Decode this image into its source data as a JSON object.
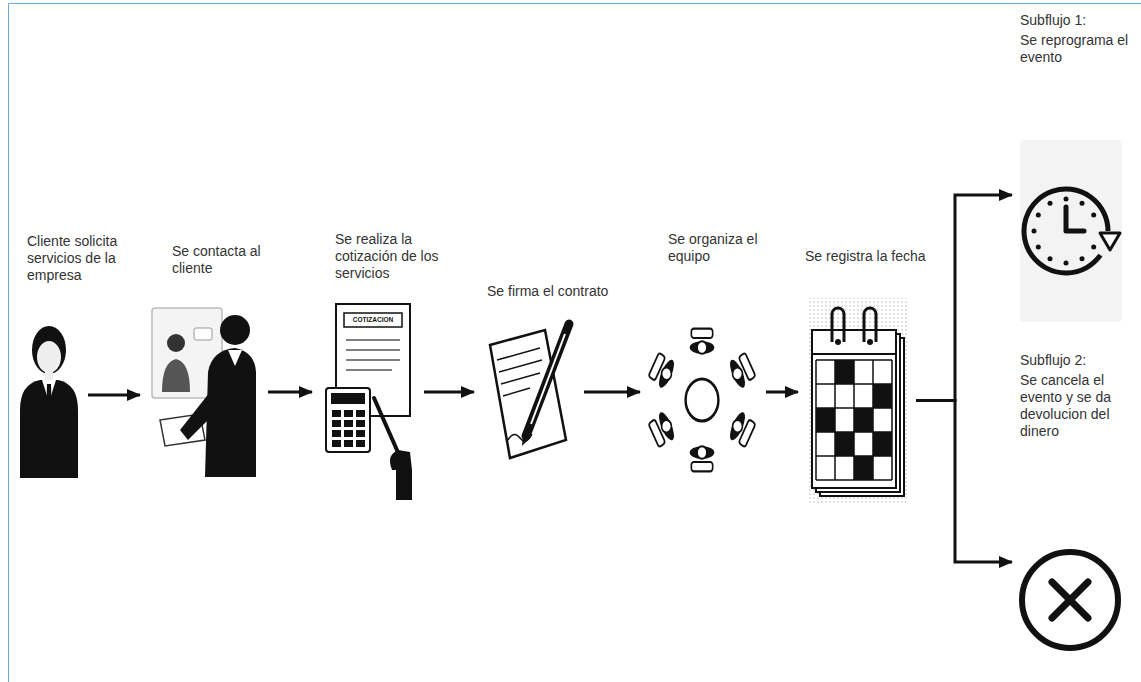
{
  "diagram": {
    "nodes": [
      {
        "text": [
          "Cliente solicita servicios de la empresa"
        ]
      },
      {
        "text": [
          "Se contacta al cliente"
        ]
      },
      {
        "text": [
          "Se realiza la cotización de los servicios"
        ]
      },
      {
        "text": [
          "Se firma el contrato"
        ]
      },
      {
        "text": [
          "Se organiza el equipo"
        ]
      },
      {
        "text": [
          "Se registra la fecha"
        ]
      },
      {
        "text": [
          "Subflujo 1:",
          "Se reprograma el evento"
        ]
      },
      {
        "text": [
          "Subflujo 2:",
          "Se cancela el evento y se da devolucion del dinero"
        ]
      }
    ],
    "edges": [
      {
        "from": 0,
        "to": 1,
        "arrow": "to"
      },
      {
        "from": 1,
        "to": 2,
        "arrow": "to"
      },
      {
        "from": 2,
        "to": 3,
        "arrow": "to"
      },
      {
        "from": 3,
        "to": 4,
        "arrow": "to"
      },
      {
        "from": 4,
        "to": 5,
        "arrow": "to"
      },
      {
        "from": 5,
        "to": 6,
        "arrow": "to"
      },
      {
        "from": 5,
        "to": 7,
        "arrow": "to"
      }
    ],
    "labels": [
      "COTIZACION"
    ]
  }
}
